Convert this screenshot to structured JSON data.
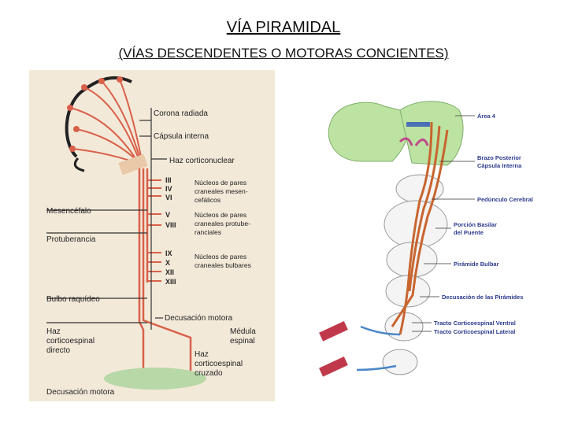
{
  "title": "VÍA PIRAMIDAL ",
  "subtitle": "(VÍAS DESCENDENTES O MOTORAS CONCIENTES)",
  "left_diagram": {
    "corona": "Corona radiada",
    "capsula": "Cápsula interna",
    "haz_corticonuclear": "Haz corticonuclear",
    "mesencefalo": "Mesencéfalo",
    "protuberancia": "Protuberancia",
    "bulbo": "Bulbo raquídeo",
    "nucleos1": [
      "III",
      "IV",
      "VI"
    ],
    "nucleos1_label": [
      "Núcleos de pares",
      "craneales mesen-",
      "cefálicos"
    ],
    "nucleos2": [
      "V",
      "VIII"
    ],
    "nucleos2_label": [
      "Núcleos de pares",
      "craneales protube-",
      "ranciales"
    ],
    "nucleos3": [
      "IX",
      "X",
      "XII",
      "XIII"
    ],
    "nucleos3_label": [
      "Núcleos de pares",
      "craneales bulbares"
    ],
    "decusacion": "Decusación motora",
    "medula": [
      "Médula",
      "espinal"
    ],
    "haz_directo": [
      "Haz",
      "corticoespinal",
      "directo"
    ],
    "haz_cruzado": [
      "Haz",
      "corticoespinal",
      "cruzado"
    ],
    "decusacion_bottom": "Decusación motora"
  },
  "right_diagram": {
    "area4": "Área 4",
    "brazo": [
      "Brazo Posterior",
      "Cápsula Interna"
    ],
    "pedunculo": "Pedúnculo Cerebral",
    "porcion": [
      "Porción Basilar",
      "del Puente"
    ],
    "piramide": "Pirámide Bulbar",
    "decusacion": "Decusación de las Pirámides",
    "tracto_ventral": "Tracto Corticoespinal Ventral",
    "tracto_lateral": "Tracto Corticoespinal Lateral"
  }
}
